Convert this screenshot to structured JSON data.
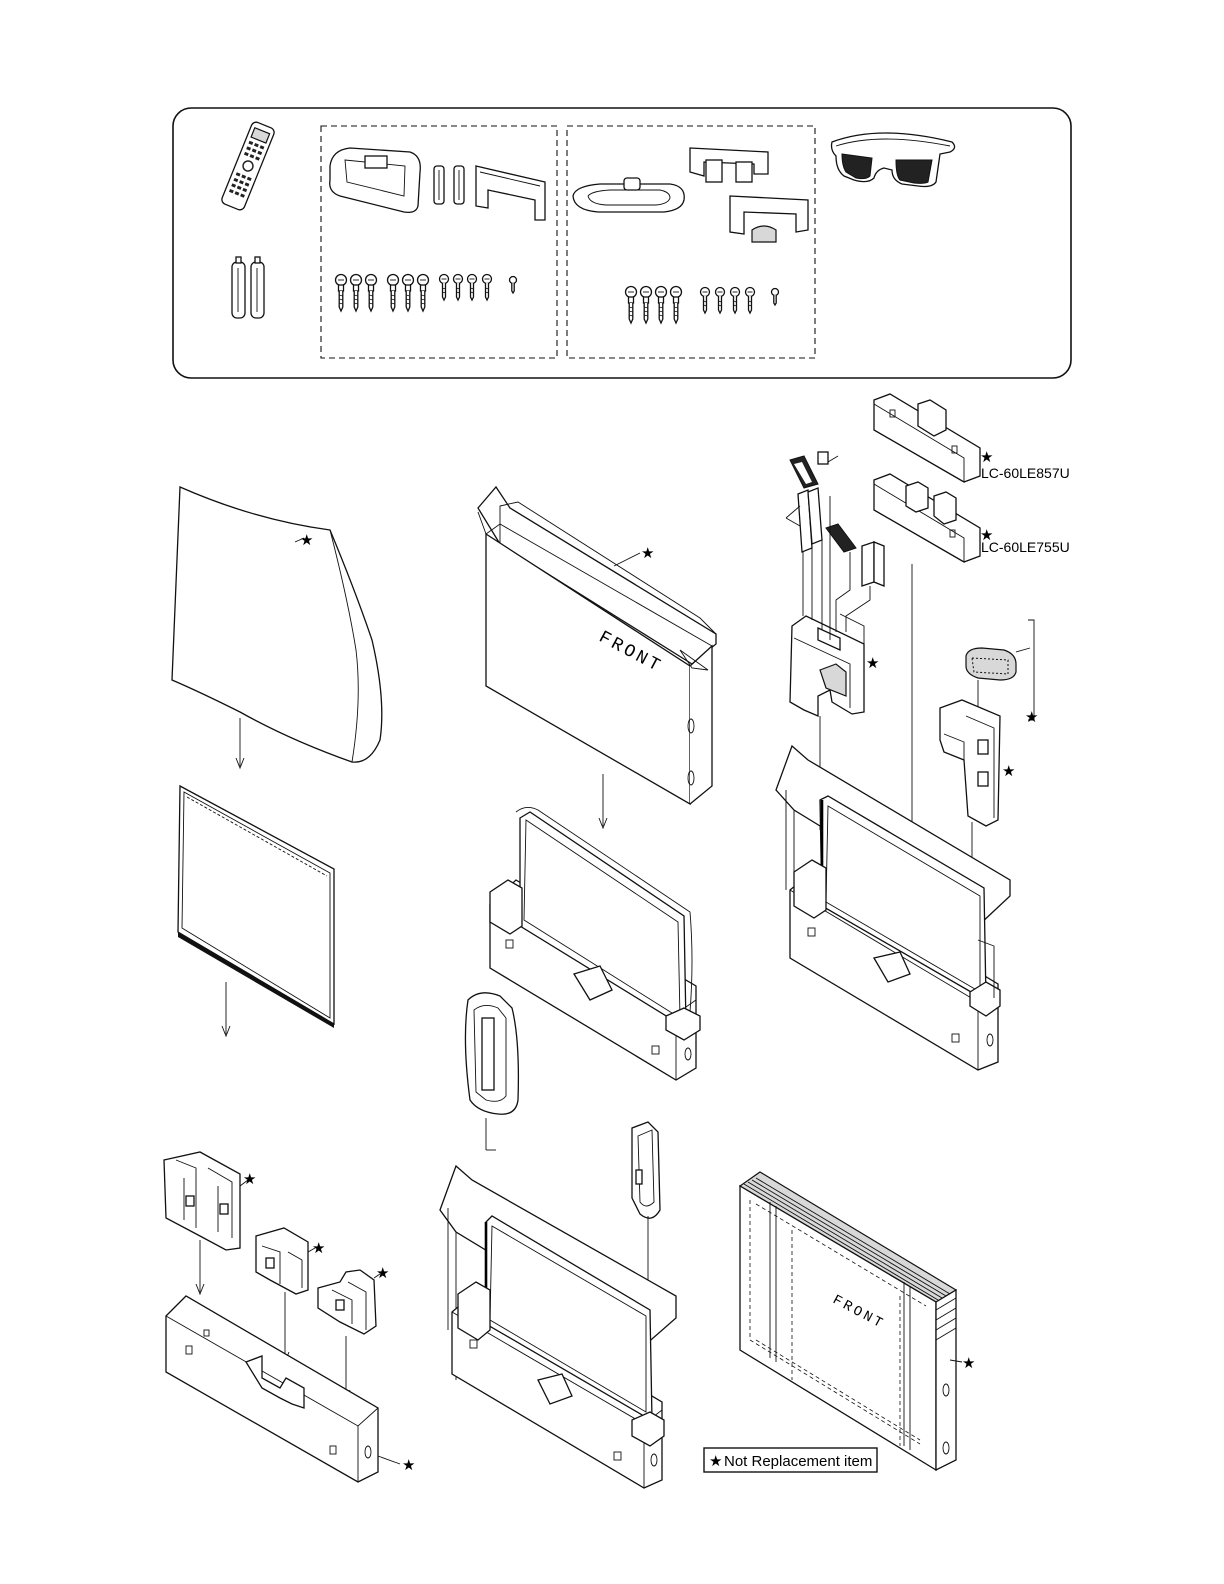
{
  "labels": {
    "model_a": "LC-60LE857U",
    "model_b": "LC-60LE755U",
    "front_top": "FRONT",
    "front_bottom": "FRONT",
    "legend": "Not Replacement item"
  },
  "symbols": {
    "star": "★"
  },
  "icons": [
    "remote-control-icon",
    "batteries-icon",
    "stand-base-icon",
    "screw-icon",
    "3d-glasses-icon",
    "arrow-down-icon"
  ]
}
